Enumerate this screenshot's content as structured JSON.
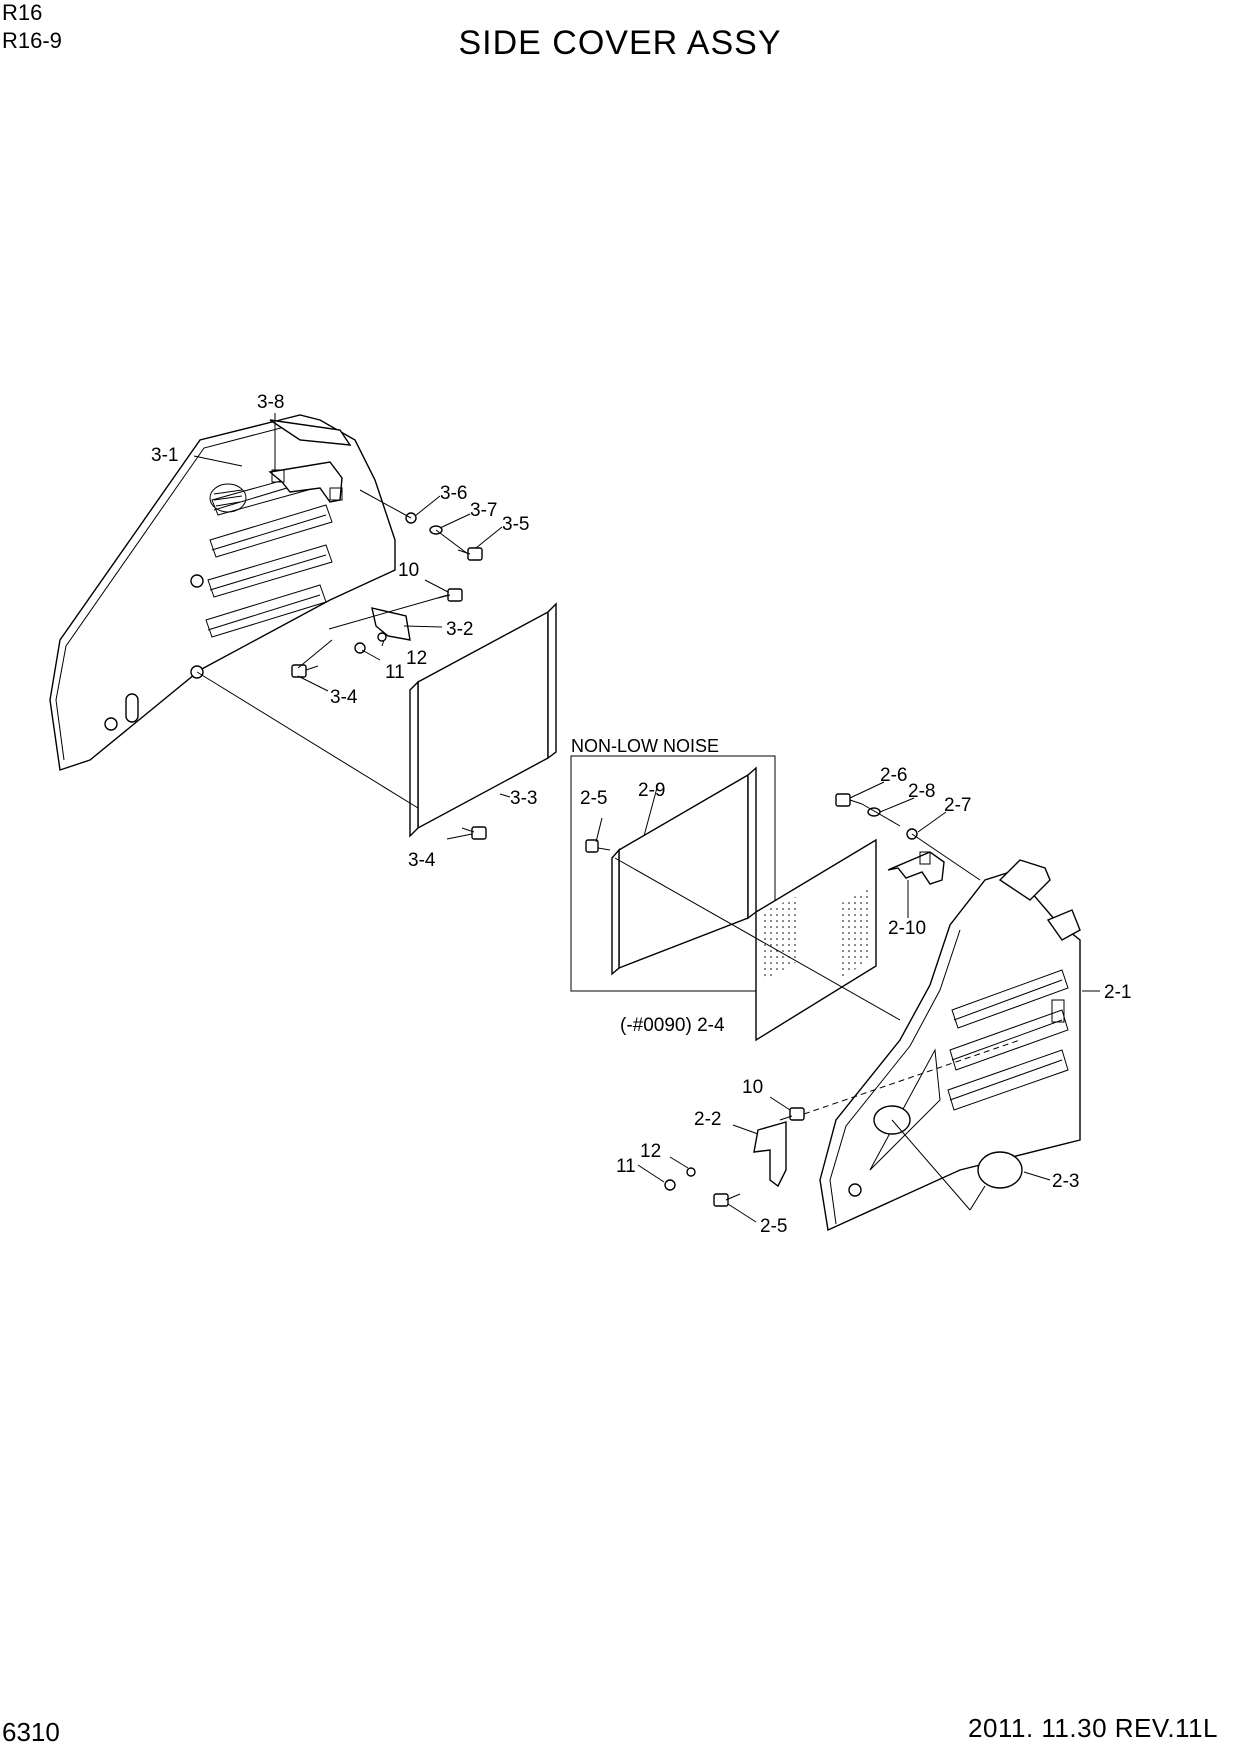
{
  "header": {
    "model_1": "R16",
    "model_2": "R16-9",
    "title": "SIDE COVER ASSY"
  },
  "footer": {
    "page_number": "6310",
    "revision": "2011. 11.30  REV.11L"
  },
  "inset": {
    "title": "NON-LOW NOISE"
  },
  "callouts": {
    "c3_8": "3-8",
    "c3_1": "3-1",
    "c3_6": "3-6",
    "c3_7": "3-7",
    "c3_5": "3-5",
    "c10_top": "10",
    "c3_2": "3-2",
    "c12_top": "12",
    "c11_top": "11",
    "c3_4a": "3-4",
    "c3_3": "3-3",
    "c3_4b": "3-4",
    "c2_6": "2-6",
    "c2_8": "2-8",
    "c2_7": "2-7",
    "c2_5a": "2-5",
    "c2_9": "2-9",
    "c2_10": "2-10",
    "c2_1": "2-1",
    "c2_4": "(-#0090) 2-4",
    "c10_bot": "10",
    "c2_2": "2-2",
    "c12_bot": "12",
    "c11_bot": "11",
    "c2_3": "2-3",
    "c2_5b": "2-5"
  }
}
